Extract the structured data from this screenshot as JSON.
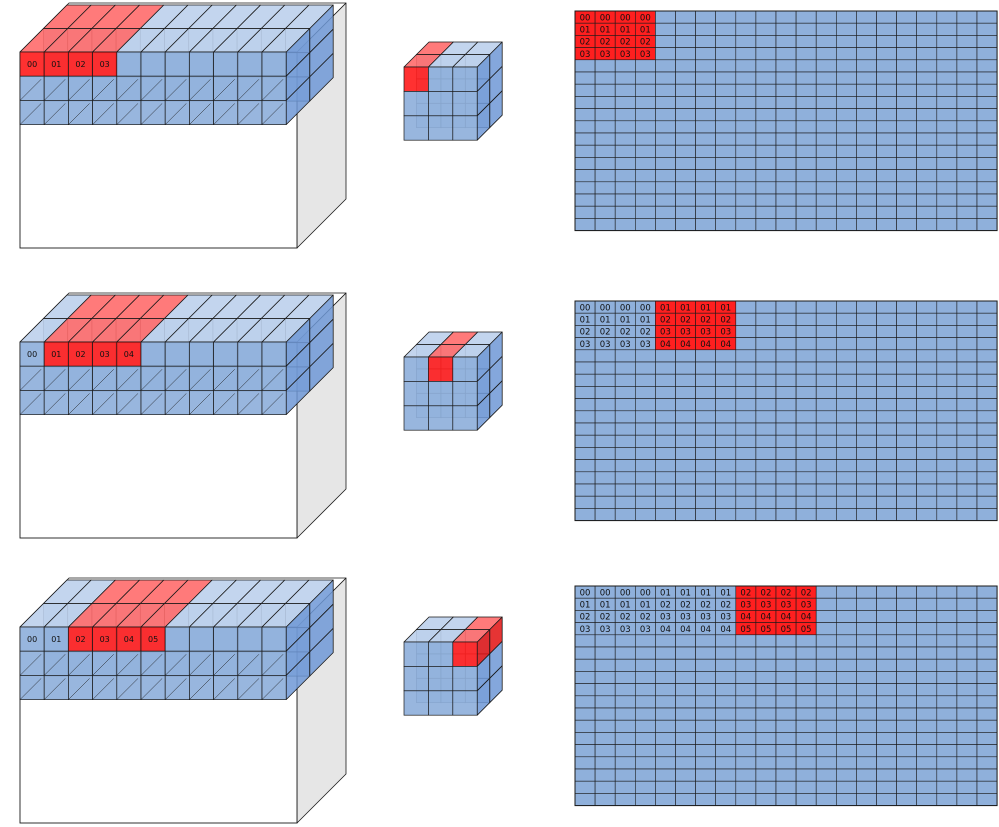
{
  "colors": {
    "cell": "#8fb0db",
    "cell_top": "#bcd0ec",
    "cell_side": "#6e98d6",
    "highlight": "#ff1f1f",
    "highlight_top": "#ff6b6b",
    "highlight_side": "#e21010",
    "line": "#1a1a1a",
    "box_side": "#e6e6e6",
    "box_face": "#ffffff"
  },
  "panels": [
    {
      "tensor_labels": [
        "00",
        "01",
        "02",
        "03",
        "",
        "",
        "",
        "",
        "",
        "",
        ""
      ],
      "tensor_highlight_cols": [
        0,
        1,
        2,
        3
      ],
      "kernel_highlight": {
        "row": 0,
        "col": 0
      },
      "matrix_rows": [
        [
          "00",
          "00",
          "00",
          "00"
        ],
        [
          "01",
          "01",
          "01",
          "01"
        ],
        [
          "02",
          "02",
          "02",
          "02"
        ],
        [
          "03",
          "03",
          "03",
          "03"
        ]
      ],
      "matrix_highlight_cols": [
        0,
        1,
        2,
        3
      ]
    },
    {
      "tensor_labels": [
        "00",
        "01",
        "02",
        "03",
        "04",
        "",
        "",
        "",
        "",
        "",
        ""
      ],
      "tensor_highlight_cols": [
        1,
        2,
        3,
        4
      ],
      "kernel_highlight": {
        "row": 0,
        "col": 1
      },
      "matrix_rows": [
        [
          "00",
          "00",
          "00",
          "00",
          "01",
          "01",
          "01",
          "01"
        ],
        [
          "01",
          "01",
          "01",
          "01",
          "02",
          "02",
          "02",
          "02"
        ],
        [
          "02",
          "02",
          "02",
          "02",
          "03",
          "03",
          "03",
          "03"
        ],
        [
          "03",
          "03",
          "03",
          "03",
          "04",
          "04",
          "04",
          "04"
        ]
      ],
      "matrix_highlight_cols": [
        4,
        5,
        6,
        7
      ]
    },
    {
      "tensor_labels": [
        "00",
        "01",
        "02",
        "03",
        "04",
        "05",
        "",
        "",
        "",
        "",
        ""
      ],
      "tensor_highlight_cols": [
        2,
        3,
        4,
        5
      ],
      "kernel_highlight": {
        "row": 0,
        "col": 2
      },
      "matrix_rows": [
        [
          "00",
          "00",
          "00",
          "00",
          "01",
          "01",
          "01",
          "01",
          "02",
          "02",
          "02",
          "02"
        ],
        [
          "01",
          "01",
          "01",
          "01",
          "02",
          "02",
          "02",
          "02",
          "03",
          "03",
          "03",
          "03"
        ],
        [
          "02",
          "02",
          "02",
          "02",
          "03",
          "03",
          "03",
          "03",
          "04",
          "04",
          "04",
          "04"
        ],
        [
          "03",
          "03",
          "03",
          "03",
          "04",
          "04",
          "04",
          "04",
          "05",
          "05",
          "05",
          "05"
        ]
      ],
      "matrix_highlight_cols": [
        8,
        9,
        10,
        11
      ]
    }
  ]
}
